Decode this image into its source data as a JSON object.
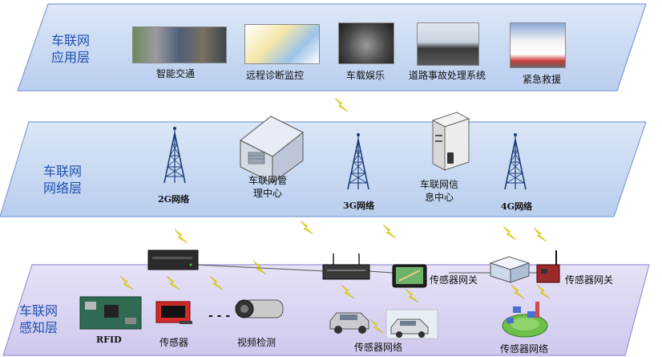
{
  "layers": {
    "application": {
      "title_line1": "车联网",
      "title_line2": "应用层"
    },
    "network": {
      "title_line1": "车联网",
      "title_line2": "网络层"
    },
    "perception": {
      "title_line1": "车联网",
      "title_line2": "感知层"
    }
  },
  "application_items": [
    {
      "label": "智能交通"
    },
    {
      "label": "远程诊断监控"
    },
    {
      "label": "车载娱乐"
    },
    {
      "label": "道路事故处理系统"
    },
    {
      "label": "紧急救援"
    }
  ],
  "network_items": {
    "tower_2g": "2G网络",
    "tower_3g": "3G网络",
    "tower_4g": "4G网络",
    "mgmt_line1": "车联网管",
    "mgmt_line2": "理中心",
    "info_line1": "车联网信",
    "info_line2": "息中心"
  },
  "perception_items": {
    "rfid": "RFID",
    "sensor": "传感器",
    "ellipsis": "- - -",
    "video": "视频检测",
    "gateway_1": "传感器网关",
    "gateway_2": "传感器网关",
    "network_1": "传感器网络",
    "network_2": "传感器网络"
  },
  "colors": {
    "layer_fill": "#c9d9f2",
    "layer_fill_bottom": "#d9d2ee",
    "layer_title": "#1f4fb0",
    "lightning": "#f2e01a"
  }
}
